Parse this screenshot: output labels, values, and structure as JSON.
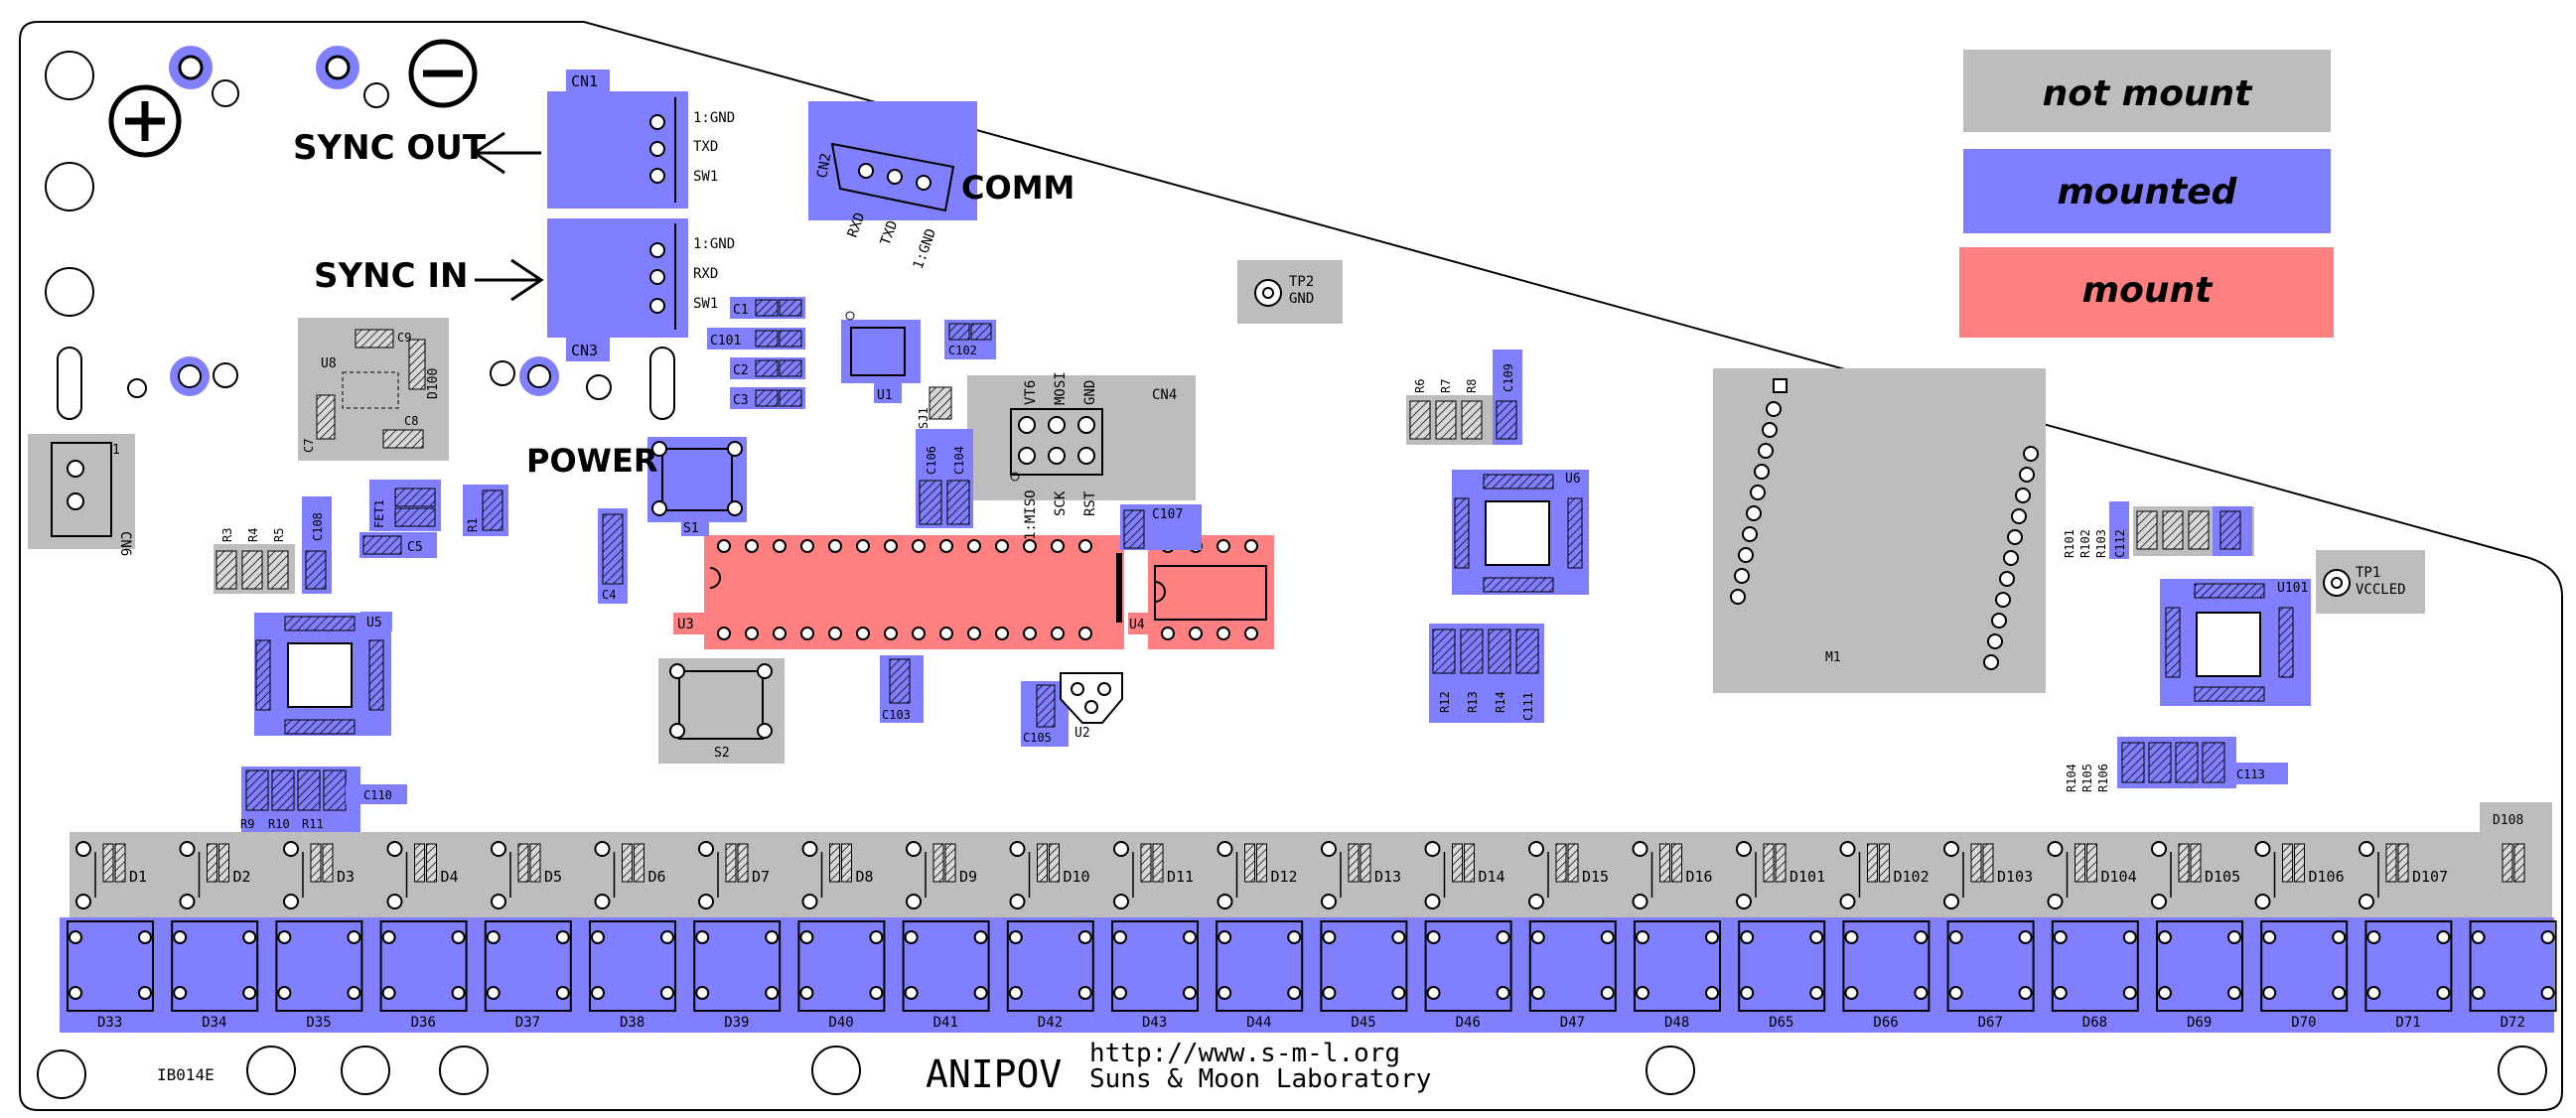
{
  "legend": [
    {
      "label": "not mount",
      "color": "#bdbdbd"
    },
    {
      "label": "mounted",
      "color": "#8080ff"
    },
    {
      "label": "mount",
      "color": "#ff8080"
    }
  ],
  "colors": {
    "not_mount": "#bdbdbd",
    "mounted": "#8080ff",
    "mount": "#ff8080",
    "outline": "#000000"
  },
  "labels": {
    "sync_out": "SYNC OUT",
    "sync_in": "SYNC IN",
    "comm": "COMM",
    "power": "POWER",
    "product": "ANIPOV",
    "url": "http://www.s-m-l.org",
    "lab": "Suns & Moon Laboratory",
    "board_id": "IB014E",
    "tp2_a": "TP2",
    "tp2_b": "GND",
    "tp1_a": "TP1",
    "tp1_b": "VCCLED"
  },
  "cn1_pins": [
    "1:GND",
    "TXD",
    "SW1"
  ],
  "cn3_pins": [
    "1:GND",
    "RXD",
    "SW1"
  ],
  "cn2_pins": [
    "RXD",
    "TXD",
    "1:GND"
  ],
  "cn4_top": [
    "VT6",
    "MOSI",
    "GND"
  ],
  "cn4_bottom": [
    "1:MISO",
    "SCK",
    "RST"
  ],
  "parts": {
    "cn1": "CN1",
    "cn2": "CN2",
    "cn3": "CN3",
    "cn4": "CN4",
    "cn6": "CN6",
    "cn6_pin": "1",
    "u1": "U1",
    "u2": "U2",
    "u3": "U3",
    "u4": "U4",
    "u5": "U5",
    "u6": "U6",
    "u8": "U8",
    "u101": "U101",
    "m1": "M1",
    "s1": "S1",
    "s2": "S2",
    "sj1": "SJ1",
    "fet1": "FET1",
    "d100": "D100",
    "d108": "D108",
    "c1": "C1",
    "c2": "C2",
    "c3": "C3",
    "c4": "C4",
    "c5": "C5",
    "c7": "C7",
    "c8": "C8",
    "c9": "C9",
    "c101": "C101",
    "c102": "C102",
    "c103": "C103",
    "c104": "C104",
    "c105": "C105",
    "c106": "C106",
    "c107": "C107",
    "c108": "C108",
    "c109": "C109",
    "c110": "C110",
    "c111": "C111",
    "c112": "C112",
    "c113": "C113",
    "r1": "R1",
    "r3": "R3",
    "r4": "R4",
    "r5": "R5",
    "r6": "R6",
    "r7": "R7",
    "r8": "R8",
    "r9": "R9",
    "r10": "R10",
    "r11": "R11",
    "r12": "R12",
    "r13": "R13",
    "r14": "R14",
    "r101": "R101",
    "r102": "R102",
    "r103": "R103",
    "r104": "R104",
    "r105": "R105",
    "r106": "R106"
  },
  "diodes_top": [
    "D1",
    "D2",
    "D3",
    "D4",
    "D5",
    "D6",
    "D7",
    "D8",
    "D9",
    "D10",
    "D11",
    "D12",
    "D13",
    "D14",
    "D15",
    "D16",
    "D101",
    "D102",
    "D103",
    "D104",
    "D105",
    "D106",
    "D107"
  ],
  "diodes_bottom": [
    "D33",
    "D34",
    "D35",
    "D36",
    "D37",
    "D38",
    "D39",
    "D40",
    "D41",
    "D42",
    "D43",
    "D44",
    "D45",
    "D46",
    "D47",
    "D48",
    "D65",
    "D66",
    "D67",
    "D68",
    "D69",
    "D70",
    "D71",
    "D72"
  ]
}
